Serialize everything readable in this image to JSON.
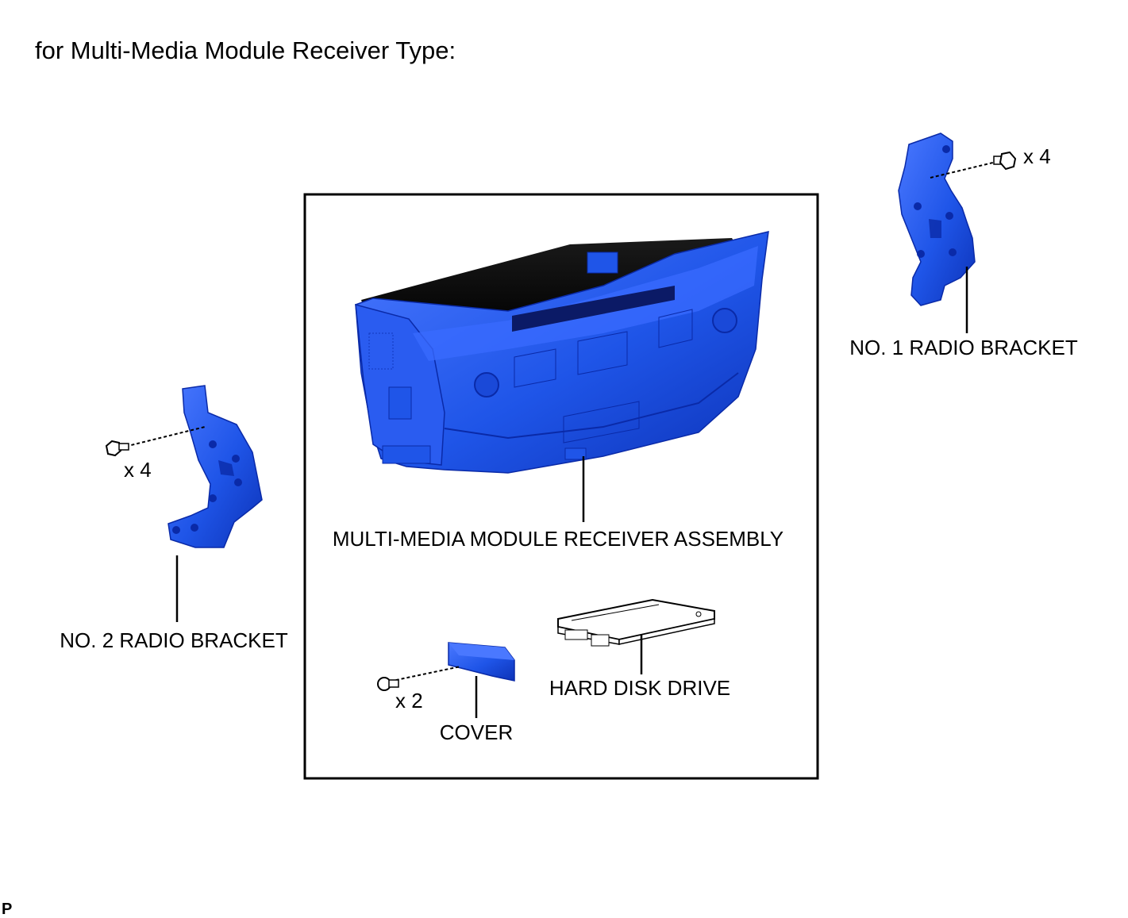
{
  "title": "for Multi-Media Module Receiver Type:",
  "footer_code": "P",
  "colors": {
    "part_blue": "#1f55e8",
    "part_dark": "#0a2aa8",
    "part_light": "#5a86ff",
    "line": "#000000"
  },
  "parts": {
    "no1_bracket": {
      "label": "NO. 1 RADIO BRACKET",
      "qty": "x 4"
    },
    "no2_bracket": {
      "label": "NO. 2 RADIO BRACKET",
      "qty": "x 4"
    },
    "receiver": {
      "label": "MULTI-MEDIA MODULE RECEIVER ASSEMBLY"
    },
    "hdd": {
      "label": "HARD DISK DRIVE"
    },
    "cover": {
      "label": "COVER",
      "qty": "x 2"
    }
  }
}
